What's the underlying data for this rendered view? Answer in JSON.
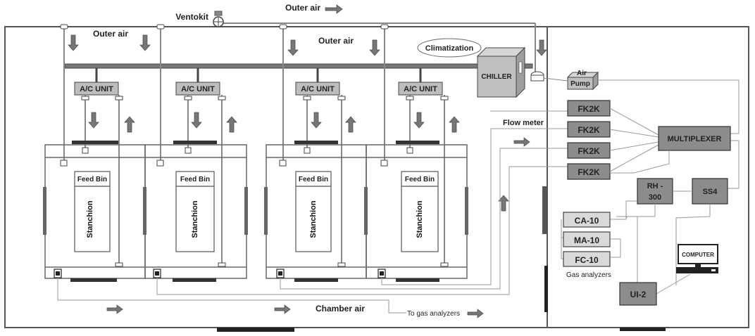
{
  "labels": {
    "ventokit": "Ventokit",
    "outer_air_top": "Outer air",
    "outer_air_left": "Outer air",
    "outer_air_mid": "Outer air",
    "climatization": "Climatization",
    "chiller": "CHILLER",
    "air_pump_line1": "Air",
    "air_pump_line2": "Pump",
    "flow_meter": "Flow meter",
    "multiplexer": "MULTIPLEXER",
    "rh_line1": "RH -",
    "rh_line2": "300",
    "ss4": "SS4",
    "ui2": "UI-2",
    "computer": "COMPUTER",
    "gas_analyzers": "Gas analyzers",
    "chamber_air": "Chamber air",
    "to_gas_analyzers": "To gas analyzers"
  },
  "ac_units": [
    "A/C UNIT",
    "A/C UNIT",
    "A/C UNIT",
    "A/C UNIT"
  ],
  "feed_bins": [
    "Feed Bin",
    "Feed Bin",
    "Feed Bin",
    "Feed Bin"
  ],
  "stanchions": [
    "Stanchion",
    "Stanchion",
    "Stanchion",
    "Stanchion"
  ],
  "fk2k": [
    "FK2K",
    "FK2K",
    "FK2K",
    "FK2K"
  ],
  "analyzers": [
    "CA-10",
    "MA-10",
    "FC-10"
  ]
}
